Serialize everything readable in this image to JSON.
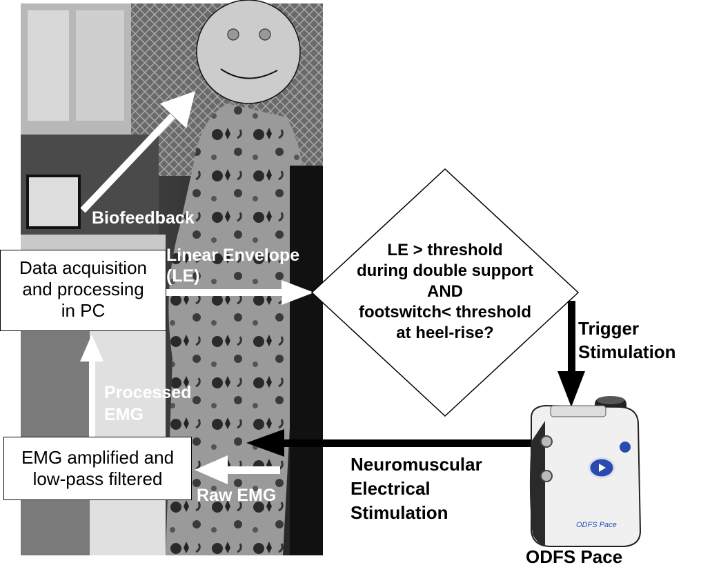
{
  "labels": {
    "biofeedback": "Biofeedback",
    "linear_envelope": "Linear Envelope\n(LE)",
    "processed_emg": "Processed\nEMG",
    "raw_emg": "Raw EMG",
    "trigger_stimulation": "Trigger\nStimulation",
    "nmes": "Neuromuscular\nElectrical\nStimulation",
    "device_name": "ODFS Pace",
    "device_brand": "ODFS Pace"
  },
  "boxes": {
    "data_acquisition": "Data acquisition\nand processing\nin PC",
    "emg_amplified": "EMG amplified and\nlow-pass filtered"
  },
  "decision": {
    "text": "LE > threshold\nduring double support\nAND\nfootswitch< threshold\nat heel-rise?"
  },
  "colors": {
    "photo_dark": "#1a1a1a",
    "photo_mid": "#8a8a8a",
    "face_fill": "#cccccc",
    "arrow_white": "#ffffff",
    "arrow_black": "#000000",
    "device_body": "#f0f0f0",
    "device_blue": "#2a4ab0"
  }
}
